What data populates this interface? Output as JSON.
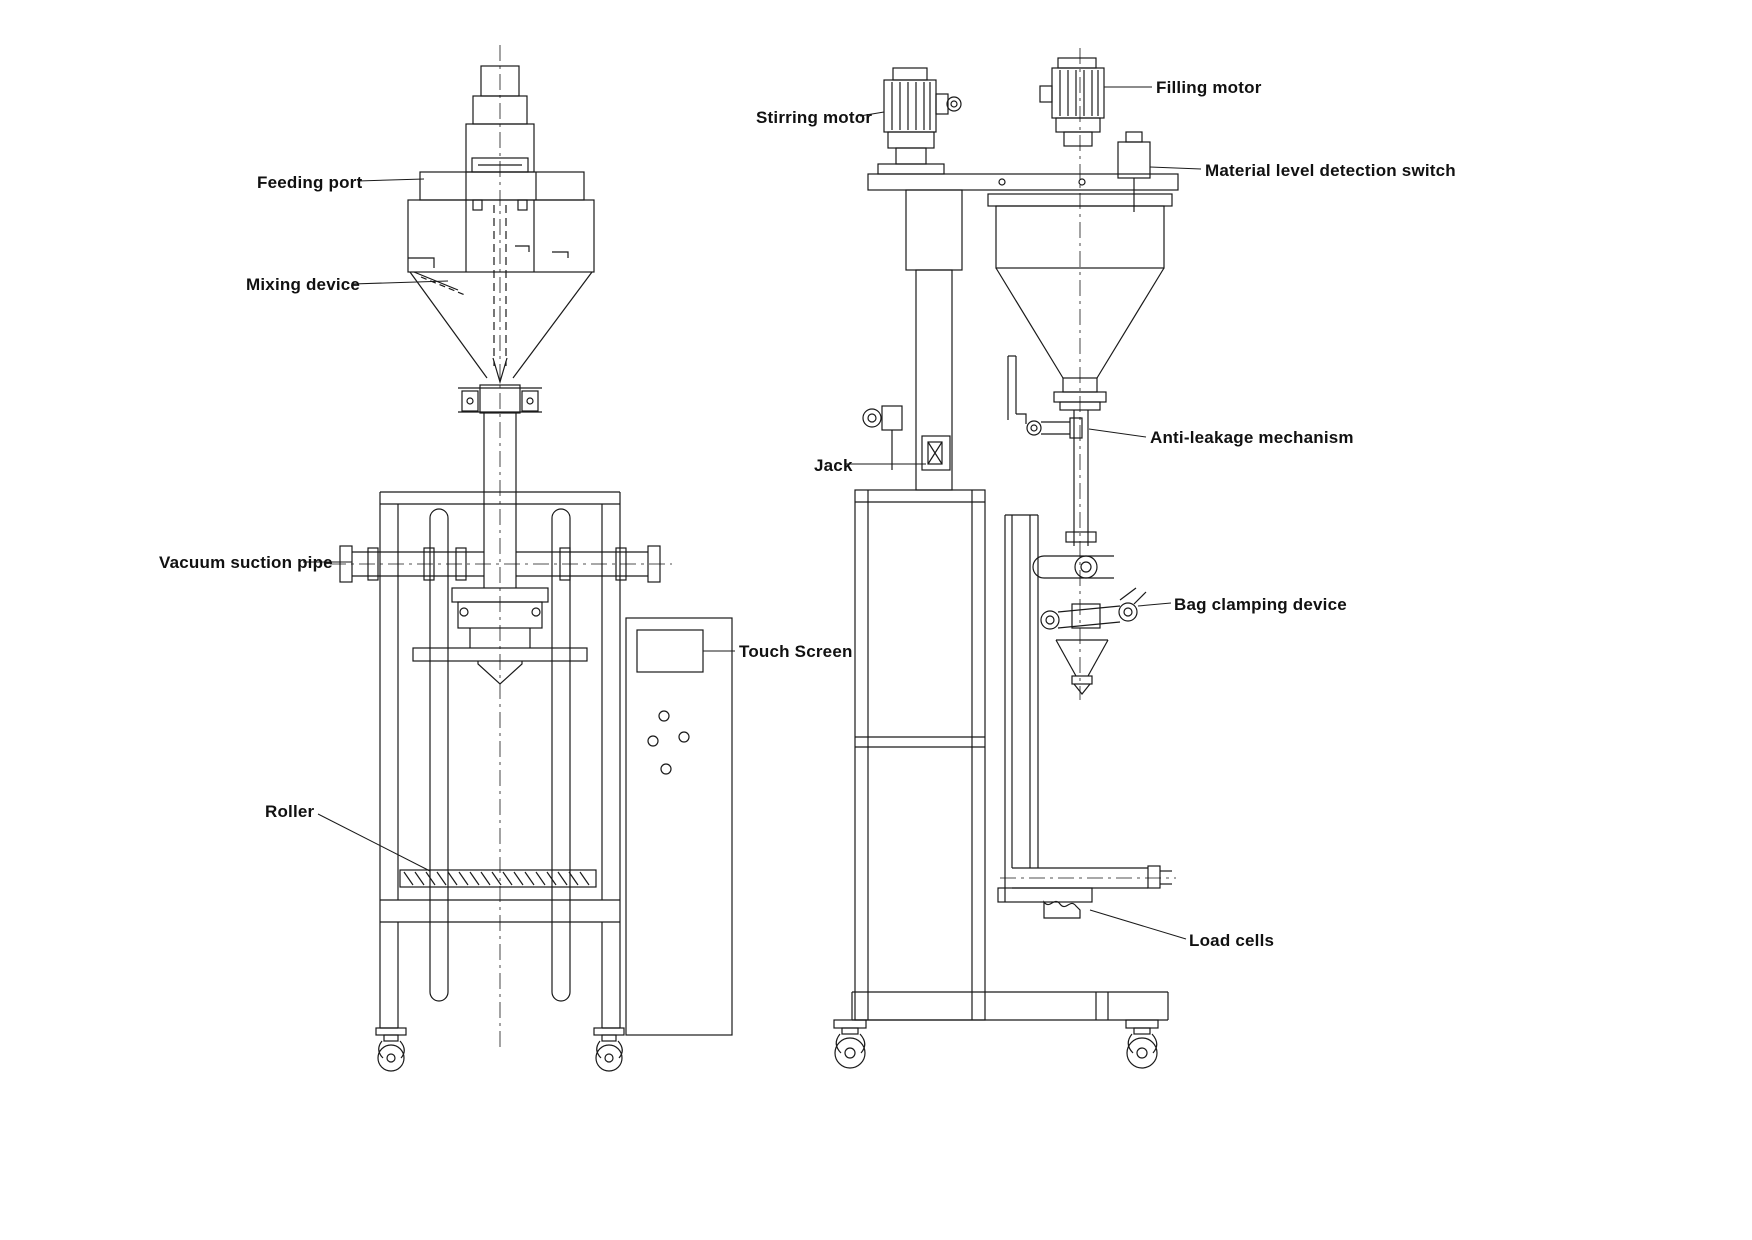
{
  "colors": {
    "line": "#1a1a1a",
    "background": "#ffffff",
    "text": "#111111"
  },
  "labels": {
    "feeding_port": "Feeding port",
    "mixing_device": "Mixing device",
    "vacuum_suction_pipe": "Vacuum suction pipe",
    "touch_screen": "Touch Screen",
    "roller": "Roller",
    "stirring_motor": "Stirring motor",
    "filling_motor": "Filling motor",
    "material_level_detection_switch": "Material level detection switch",
    "anti_leakage_mechanism": "Anti-leakage mechanism",
    "jack": "Jack",
    "bag_clamping_device": "Bag clamping device",
    "load_cells": "Load cells"
  }
}
